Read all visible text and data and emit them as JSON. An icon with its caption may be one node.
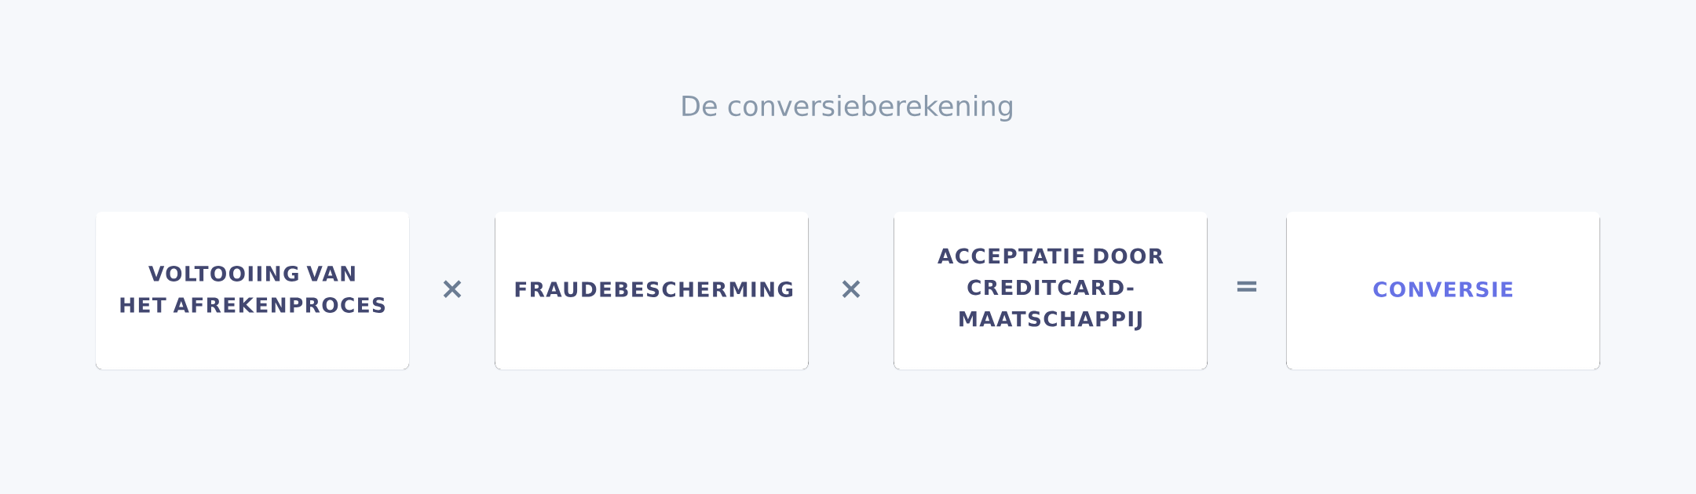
{
  "diagram": {
    "title": "De conversieberekening",
    "nodes": [
      {
        "text": [
          "VOLTOOIING VAN HET AFREKENPROCES"
        ]
      },
      {
        "text": [
          "FRAUDEBESCHERMING"
        ]
      },
      {
        "text": [
          "ACCEPTATIE DOOR CREDITCARD- MAATSCHAPPIJ"
        ]
      },
      {
        "text": [
          "CONVERSIE"
        ]
      }
    ],
    "labels": [
      "×",
      "×",
      "="
    ]
  }
}
